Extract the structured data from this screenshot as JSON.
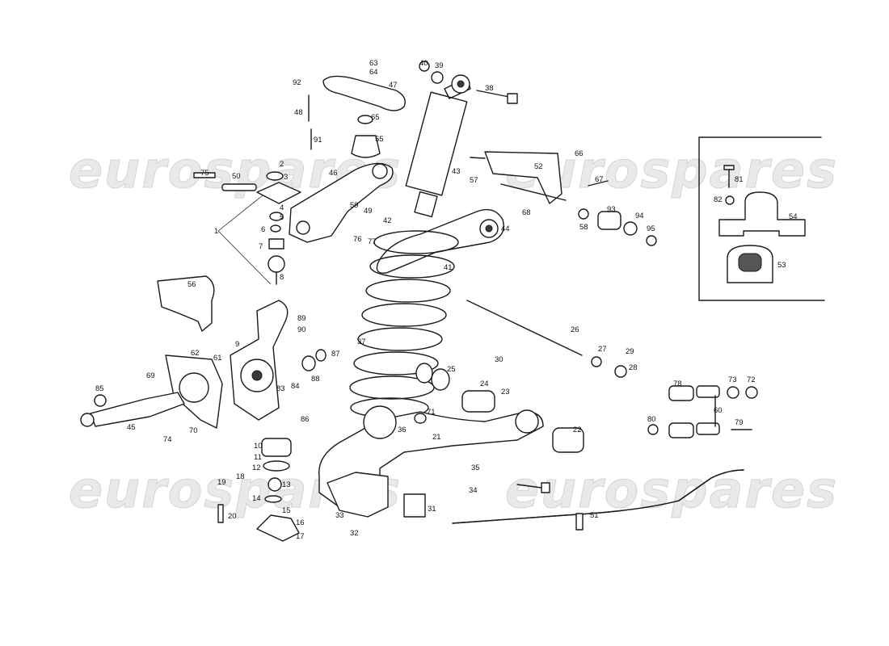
{
  "watermark": "eurospares",
  "callouts": [
    "1",
    "2",
    "3",
    "4",
    "5",
    "6",
    "7",
    "8",
    "9",
    "10",
    "11",
    "12",
    "13",
    "14",
    "15",
    "16",
    "17",
    "18",
    "19",
    "20",
    "21",
    "22",
    "23",
    "24",
    "25",
    "26",
    "27",
    "28",
    "29",
    "30",
    "31",
    "32",
    "33",
    "34",
    "35",
    "36",
    "37",
    "38",
    "39",
    "40",
    "41",
    "42",
    "43",
    "44",
    "45",
    "46",
    "47",
    "48",
    "49",
    "50",
    "51",
    "52",
    "53",
    "54",
    "55",
    "56",
    "57",
    "58",
    "59",
    "60",
    "61",
    "62",
    "63",
    "64",
    "65",
    "66",
    "67",
    "68",
    "69",
    "70",
    "71",
    "72",
    "73",
    "74",
    "75",
    "76",
    "77",
    "78",
    "79",
    "80",
    "81",
    "82",
    "83",
    "84",
    "85",
    "86",
    "87",
    "88",
    "89",
    "90",
    "91",
    "92",
    "93",
    "94",
    "95"
  ],
  "colors": {
    "ink": "#1a1a1a",
    "watermark": "#e9e9e9"
  }
}
